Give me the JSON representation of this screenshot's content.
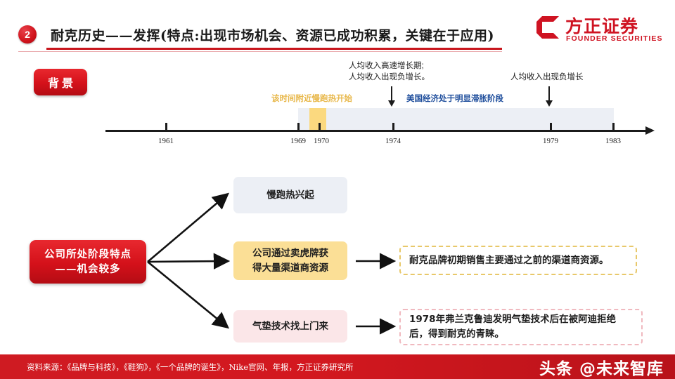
{
  "header": {
    "badge_number": "2",
    "title": "耐克历史——发挥(特点:出现市场机会、资源已成功积累，关键在于应用)",
    "logo_cn": "方正证券",
    "logo_en": "FOUNDER SECURITIES",
    "accent_color": "#cf1322"
  },
  "background_section": {
    "pill_label": "背景"
  },
  "timeline": {
    "years": [
      "1961",
      "1969",
      "1970",
      "1974",
      "1979",
      "1983"
    ],
    "highlight_label": "该时间附近慢跑热开始",
    "highlight_color": "#fbd97f",
    "band_color": "#eceff5",
    "stagflation_label": "美国经济处于明显滞胀阶段",
    "stagflation_color": "#1f4e9c",
    "annotation_1974": "人均收入高速增长期；\n人均收入出现负增长。",
    "annotation_1974_line1": "人均收入高速增长期;",
    "annotation_1974_line2": "人均收入出现负增长。",
    "annotation_1979": "人均收入出现负增长"
  },
  "flow": {
    "root_line1": "公司所处阶段特点",
    "root_line2": "——机会较多",
    "root_color": "#d4111a",
    "stages": [
      {
        "label": "慢跑热兴起",
        "color": "#eceff5"
      },
      {
        "label_line1": "公司通过卖虎牌获",
        "label_line2": "得大量渠道商资源",
        "color": "#fbdf96"
      },
      {
        "label": "气垫技术找上门来",
        "color": "#fbe6e8"
      }
    ],
    "notes": [
      {
        "text": "耐克品牌初期销售主要通过之前的渠道商资源。",
        "border_color": "#e8c86a"
      },
      {
        "line1": "1978年弗兰克鲁迪发明气垫技术后在被阿迪拒绝",
        "line2": "后，得到耐克的青睐。",
        "border_color": "#f0b9bf"
      }
    ]
  },
  "footer": {
    "source": "资料来源：《品牌与科技》，《鞋狗》，《一个品牌的诞生》，Nike官网、年报，方正证券研究所",
    "watermark": "头条 @未来智库",
    "bar_color": "#cf1b22"
  }
}
